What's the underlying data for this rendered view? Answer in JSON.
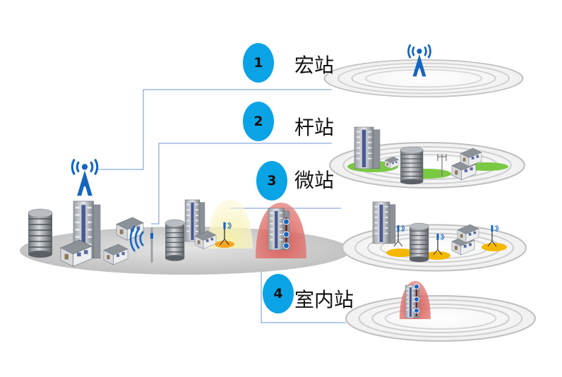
{
  "stations": [
    {
      "number": "1",
      "label": "宏站"
    },
    {
      "number": "2",
      "label": "杆站"
    },
    {
      "number": "3",
      "label": "微站"
    },
    {
      "number": "4",
      "label": "室内站"
    }
  ],
  "colors": {
    "badge": "#0aa3e6",
    "line": "#6f94d6",
    "antenna": "#1565c0",
    "coverage_yellow": "#f2f0a0",
    "coverage_red": "#d9534f",
    "grass": "#7ac943",
    "ground": "#c9c9c9"
  },
  "icons": [
    "antenna-tower-icon",
    "office-building-icon",
    "house-icon",
    "small-cell-icon",
    "indoor-antenna-icon",
    "wifi-signal-icon"
  ]
}
